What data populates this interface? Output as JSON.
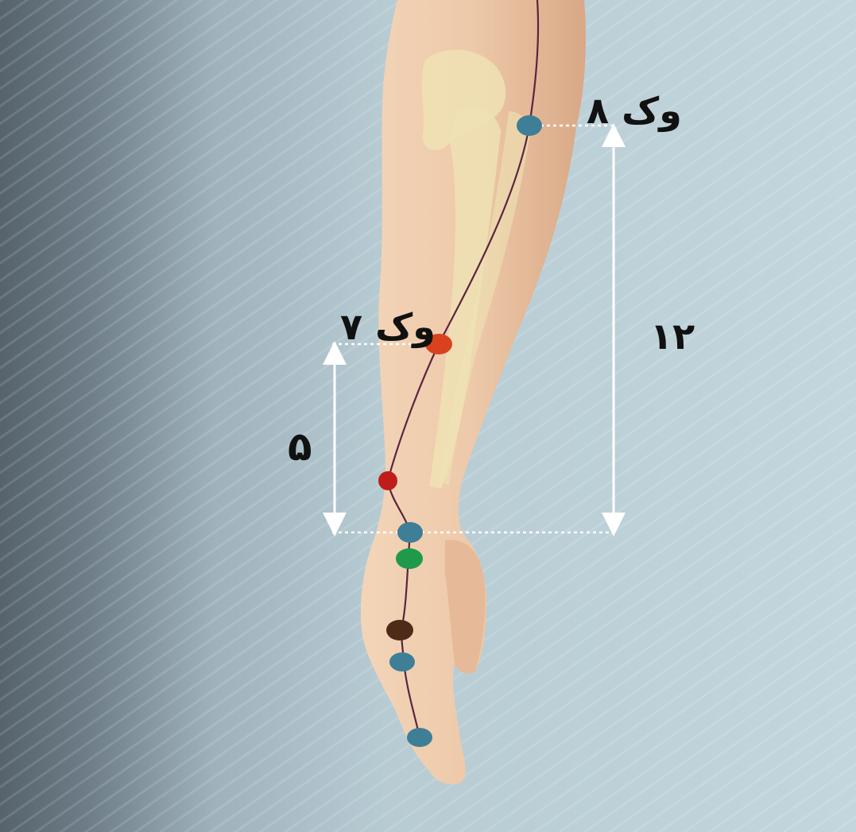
{
  "points": [
    {
      "id": "vk8",
      "label": "وک ۸",
      "color": "#3f7e97"
    },
    {
      "id": "vk7",
      "label": "وک ۷",
      "color": "#d8421f"
    },
    {
      "id": "red-small",
      "color": "#c01c1a"
    },
    {
      "id": "wrist-blue",
      "color": "#3f7e97"
    },
    {
      "id": "green",
      "color": "#1e9a4a"
    },
    {
      "id": "brown",
      "color": "#4e2a18"
    },
    {
      "id": "palm-blue",
      "color": "#3f7e97"
    },
    {
      "id": "finger-blue",
      "color": "#3f7e97"
    }
  ],
  "measurements": [
    {
      "id": "span-wrist-to-vk8",
      "value": "۱۲"
    },
    {
      "id": "span-wrist-to-vk7",
      "value": "۵"
    }
  ],
  "colors": {
    "background": "#b7cbd3",
    "shadow": "#56636d",
    "skin": "#edc9a9",
    "bone": "#efe2b4",
    "meridian_line": "#5b2440",
    "arrow": "#ffffff"
  }
}
